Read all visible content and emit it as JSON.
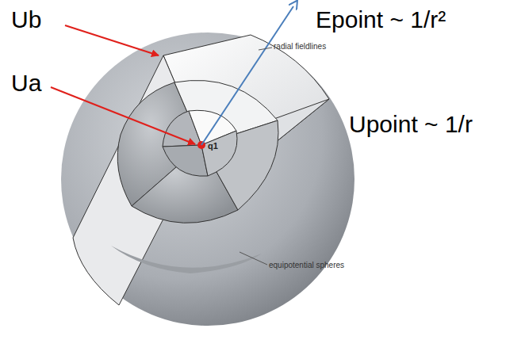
{
  "diagram": {
    "labels": [
      "Ub",
      "Ua",
      "q1",
      "Epoint ~ 1/r²",
      "radial fieldlines",
      "Upoint ~ 1/r",
      "equipotential spheres"
    ]
  }
}
